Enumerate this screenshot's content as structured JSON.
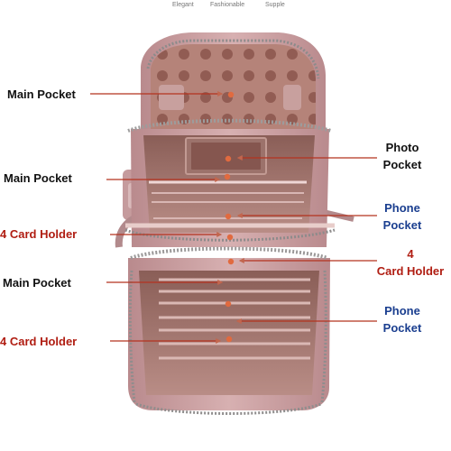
{
  "header": {
    "tags": [
      "Elegant",
      "Fashionable",
      "Supple"
    ]
  },
  "callouts": {
    "main_pocket_1": "Main Pocket",
    "main_pocket_2": "Main Pocket",
    "card_holder_left_1": "4 Card Holder",
    "main_pocket_3": "Main Pocket",
    "card_holder_left_2": "4 Card Holder",
    "photo_pocket": [
      "Photo",
      "Pocket"
    ],
    "phone_pocket_1": [
      "Phone",
      "Pocket"
    ],
    "card_holder_right": [
      "4",
      "Card Holder"
    ],
    "phone_pocket_2": [
      "Phone",
      "Pocket"
    ]
  },
  "colors": {
    "dark_label": "#111111",
    "red_label": "#b01d12",
    "blue_label": "#1a3e8f",
    "leather_pink": "#c79a9c",
    "lining_brown": "#9b6d66",
    "arrow_red": "#b4331f"
  }
}
